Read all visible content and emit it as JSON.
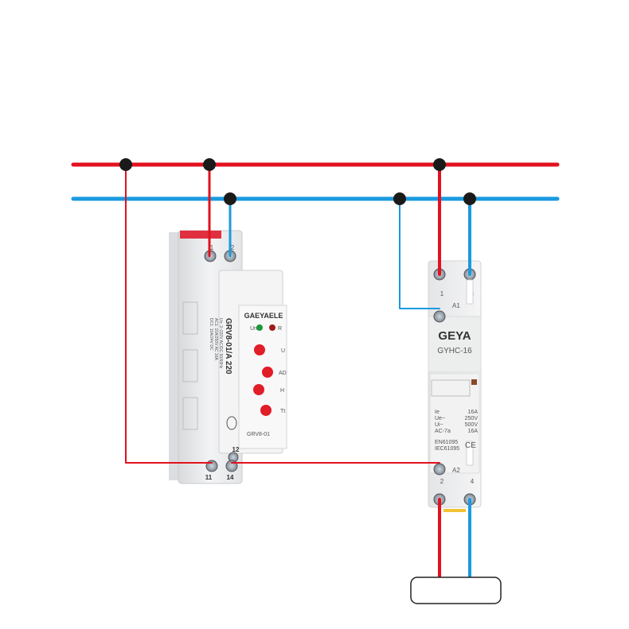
{
  "relay": {
    "brand": "GAEYAELE",
    "model_rotated": "GRV8-01/A 220",
    "model_front": "GRV8-01",
    "led_un": "Un",
    "led_r": "R",
    "dial_u": "U",
    "dial_ad": "AD",
    "dial_h": "H",
    "dial_tt": "Tt",
    "term_top_1": "1",
    "term_top_2": "2",
    "term_12": "12",
    "term_11": "11",
    "term_14": "14",
    "spec_lines": [
      "Un: 3~220V AC/DC 50/60Hz",
      "AC1: 10A/250V AC 16A",
      "DC1: 10A/24V DC"
    ]
  },
  "contactor": {
    "brand": "GEYA",
    "model": "GYHC-16",
    "term_1": "1",
    "term_3": "3",
    "term_a1": "A1",
    "term_a2": "A2",
    "term_2": "2",
    "term_4": "4",
    "ratings": [
      {
        "label": "Ie",
        "value": "16A"
      },
      {
        "label": "Ue~",
        "value": "250V"
      },
      {
        "label": "Ui~",
        "value": "500V"
      },
      {
        "label": "AC-7a",
        "value": "16A"
      }
    ],
    "standards": [
      "EN61095",
      "IEC61095"
    ],
    "ce_mark": "CE"
  },
  "colors": {
    "live": "#e3111f",
    "neutral": "#1b9ae0",
    "junction": "#1a1a1a"
  }
}
